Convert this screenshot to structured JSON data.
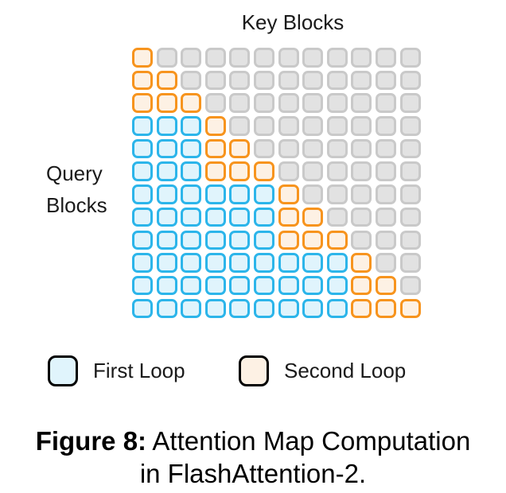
{
  "figure": {
    "key_axis_label": "Key Blocks",
    "query_axis_label_line1": "Query",
    "query_axis_label_line2": "Blocks",
    "grid": {
      "rows": 12,
      "cols": 12,
      "cell_types": {
        "B": "first-loop",
        "O": "second-loop",
        "G": "not-computed"
      },
      "pattern": [
        "OGGGGGGGGGGG",
        "OOGGGGGGGGGG",
        "OOOGGGGGGGGG",
        "BBBOGGGGGGGG",
        "BBBOOGGGGGGG",
        "BBBOOOGGGGGG",
        "BBBBBBOGGGGG",
        "BBBBBBOOGGGG",
        "BBBBBBOOOGGG",
        "BBBBBBBBBOGG",
        "BBBBBBBBBOOG",
        "BBBBBBBBBOOO"
      ]
    }
  },
  "legend": {
    "items": [
      {
        "label": "First Loop",
        "type": "first-loop"
      },
      {
        "label": "Second Loop",
        "type": "second-loop"
      }
    ]
  },
  "caption": {
    "prefix": "Figure 8:",
    "line1_rest": " Attention Map Computation",
    "line2": "in FlashAttention-2."
  },
  "colors": {
    "first_loop_border": "#2CB5EA",
    "first_loop_fill": "#E0F4FC",
    "second_loop_border": "#F7941E",
    "second_loop_fill": "#FDF1E4",
    "not_computed_border": "#C9C9C9",
    "not_computed_fill": "#E2E2E2",
    "label_text": "#1A1A1A",
    "caption_text": "#000000"
  }
}
